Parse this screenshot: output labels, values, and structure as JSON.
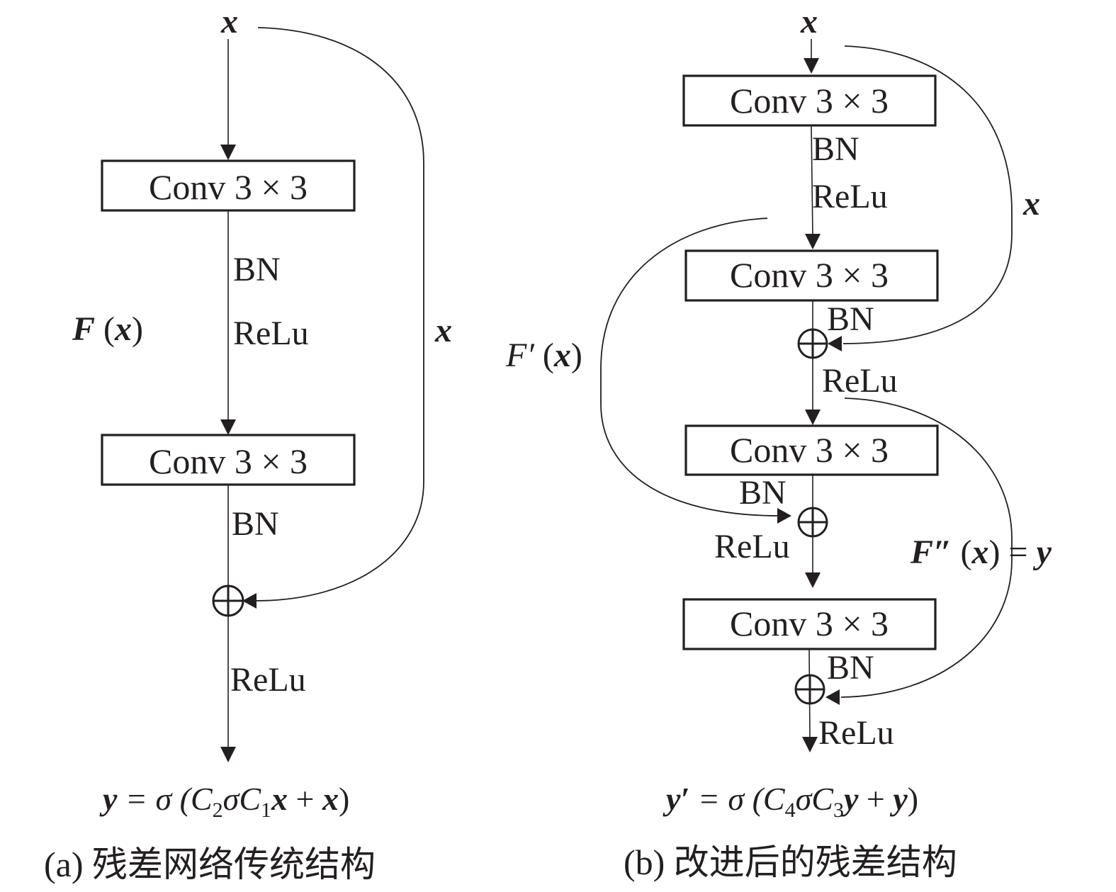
{
  "panels": {
    "a": {
      "input_label": "x",
      "skip_label": "x",
      "residual_label": {
        "fn": "F",
        "open": " (",
        "arg": "x",
        "close": ")"
      },
      "conv_blocks": [
        "Conv 3 × 3",
        "Conv 3 × 3"
      ],
      "ops": [
        "BN",
        "ReLu",
        "BN",
        "ReLu"
      ],
      "equation": {
        "lhs": "y",
        "eq": " = σ (C",
        "s1": "2",
        "mid": "σC",
        "s2": "1",
        "v1": "x",
        "plus": " + ",
        "v2": "x",
        "close": ")"
      },
      "caption": "(a) 残差网络传统结构"
    },
    "b": {
      "input_label": "x",
      "skip_label": "x",
      "residual_label_1": {
        "fn": "F′",
        "open": " (",
        "arg": "x",
        "close": ")"
      },
      "residual_label_2": {
        "fn": "F″",
        "open": " (",
        "arg": "x",
        "close": ")",
        "eq": " = ",
        "rhs": "y"
      },
      "conv_blocks": [
        "Conv 3 × 3",
        "Conv 3 × 3",
        "Conv 3 × 3",
        "Conv 3 × 3"
      ],
      "ops": [
        "BN",
        "ReLu",
        "BN",
        "ReLu",
        "BN",
        "ReLu",
        "BN",
        "ReLu"
      ],
      "equation": {
        "lhs": "y′",
        "eq": " = σ (C",
        "s1": "4",
        "mid": "σC",
        "s2": "3",
        "v1": "y",
        "plus": " + ",
        "v2": "y",
        "close": ")"
      },
      "caption": "(b) 改进后的残差结构"
    }
  }
}
